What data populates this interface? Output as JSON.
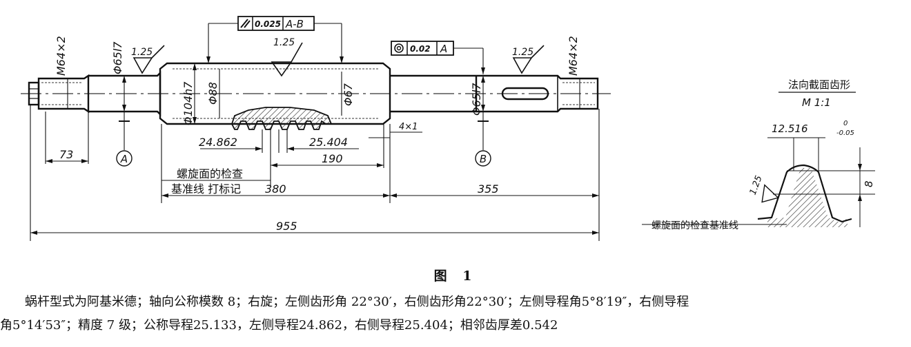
{
  "figure": {
    "caption": "图  1",
    "description_line1": "蜗杆型式为阿基米德；轴向公称模数 8；右旋；左侧齿形角 22°30′，右侧齿形角22°30′；左侧导程角5°8′19″，右侧导程",
    "description_line2": "角5°14′53″；精度 7 级；公称导程25.133，左侧导程24.862，右侧导程25.404；相邻齿厚差0.542"
  },
  "drawing": {
    "thread_left": "M64×2",
    "thread_right": "M64×2",
    "dia_left_journal": "Φ65l7",
    "dia_right_journal": "Φ65l7",
    "dia_outer": "Φ104h7",
    "dia_root": "Φ88",
    "dia_pitch": "Φ67",
    "roughness": "1.25",
    "runout_tol": "0.025",
    "runout_ref": "A-B",
    "coax_tol": "0.02",
    "coax_ref": "A",
    "datum_a": "A",
    "datum_b": "B",
    "dim_73": "73",
    "dim_left_lead": "24.862",
    "dim_right_lead": "25.404",
    "dim_190": "190",
    "dim_380": "380",
    "dim_355": "355",
    "dim_955": "955",
    "dim_4x1": "4×1",
    "note_check_1": "螺旋面的检查",
    "note_check_2": "基准线 打标记",
    "section_title": "法向截面齿形",
    "section_scale": "M 1:1",
    "section_dim": "12.516",
    "section_tol_upper": "0",
    "section_tol_lower": "-0.05",
    "section_height": "8",
    "section_roughness": "1.25",
    "section_note": "螺旋面的检查基准线"
  }
}
